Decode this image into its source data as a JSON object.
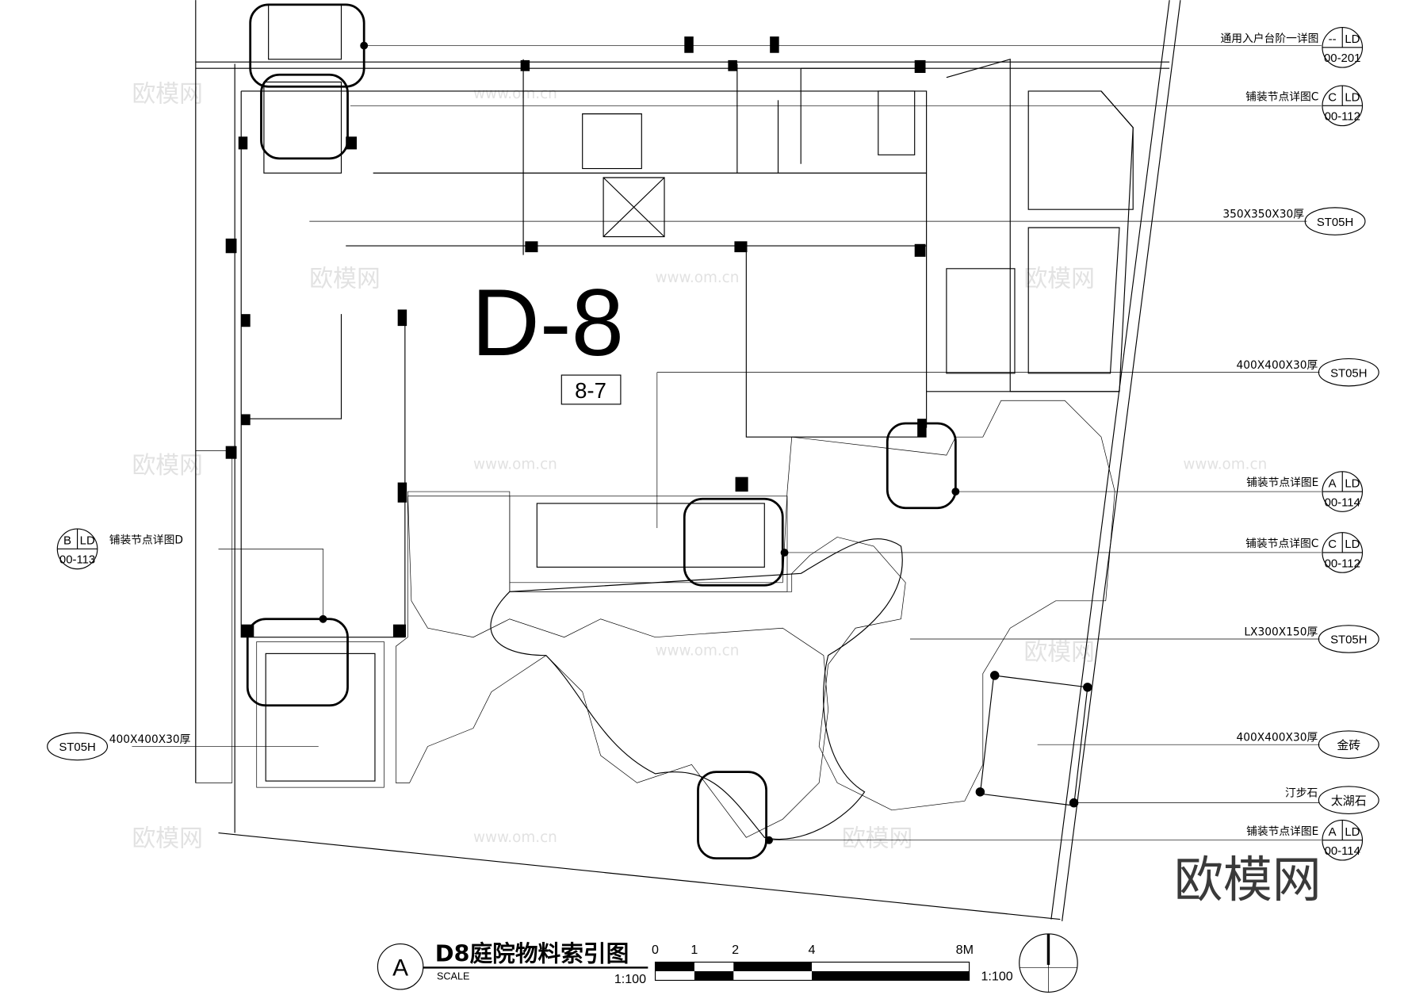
{
  "drawing": {
    "unit_label": "D-8",
    "unit_number": "8-7",
    "title": "D8庭院物料索引图",
    "title_marker": "A",
    "scale_caption": "SCALE",
    "scale_ratio": "1:100",
    "scale_ratio_right": "1:100",
    "scale_bar_ticks": [
      "0",
      "1",
      "2",
      "4",
      "8M"
    ]
  },
  "callouts_right": [
    {
      "text": "通用入户台阶一详图",
      "type": "detail",
      "top_left": "--",
      "top_right": "LD",
      "bottom": "00-201"
    },
    {
      "text": "铺装节点详图C",
      "type": "detail",
      "top_left": "C",
      "top_right": "LD",
      "bottom": "00-112"
    },
    {
      "text": "350X350X30厚",
      "type": "material",
      "code": "ST05H"
    },
    {
      "text": "400X400X30厚",
      "type": "material",
      "code": "ST05H"
    },
    {
      "text": "铺装节点详图E",
      "type": "detail",
      "top_left": "A",
      "top_right": "LD",
      "bottom": "00-114"
    },
    {
      "text": "铺装节点详图C",
      "type": "detail",
      "top_left": "C",
      "top_right": "LD",
      "bottom": "00-112"
    },
    {
      "text": "LX300X150厚",
      "type": "material",
      "code": "ST05H"
    },
    {
      "text": "400X400X30厚",
      "type": "material",
      "code": "金砖"
    },
    {
      "text": "汀步石",
      "type": "material",
      "code": "太湖石"
    },
    {
      "text": "铺装节点详图E",
      "type": "detail",
      "top_left": "A",
      "top_right": "LD",
      "bottom": "00-114"
    }
  ],
  "callouts_left": [
    {
      "text": "铺装节点详图D",
      "type": "detail",
      "top_left": "B",
      "top_right": "LD",
      "bottom": "00-113"
    },
    {
      "text": "400X400X30厚",
      "type": "material",
      "code": "ST05H"
    }
  ],
  "watermark": {
    "brand": "欧模网",
    "url": "www.om.cn"
  }
}
